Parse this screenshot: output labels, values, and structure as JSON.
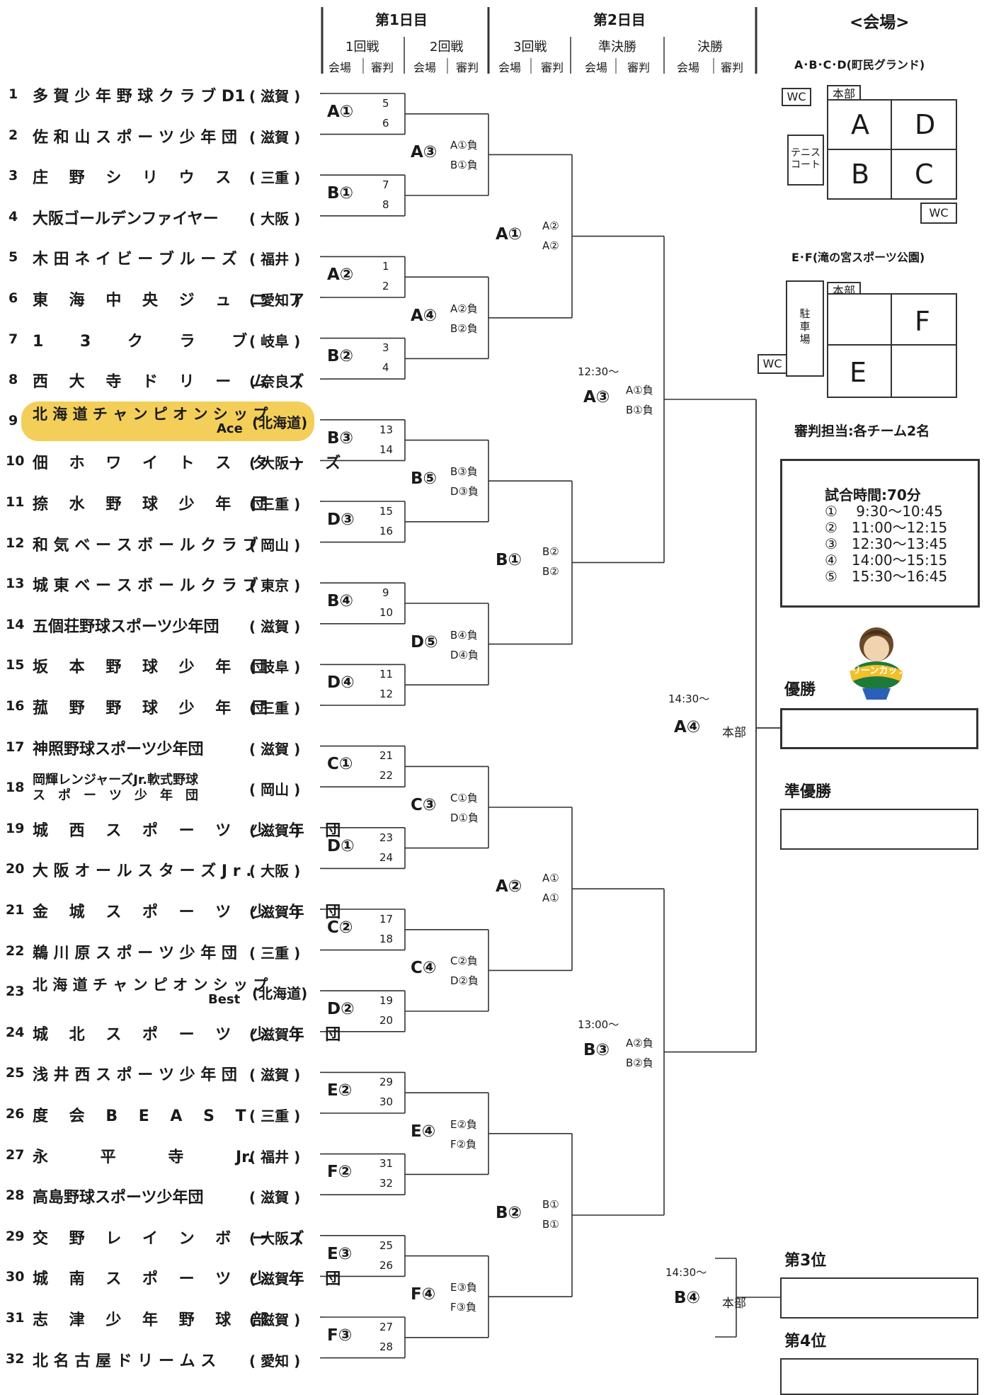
{
  "header": {
    "day1": "第1日目",
    "day2": "第2日目",
    "rounds": [
      "1回戦",
      "2回戦",
      "3回戦",
      "準決勝",
      "決勝"
    ],
    "sub": [
      "会場",
      "審判"
    ]
  },
  "teams": [
    {
      "no": "1",
      "name": "多 賀 少 年 野 球 ク ラ ブ D1",
      "pref": "( 滋賀 )"
    },
    {
      "no": "2",
      "name": "佐 和 山 ス ポ ー ツ 少 年 団",
      "pref": "( 滋賀 )"
    },
    {
      "no": "3",
      "name": "庄　 野　 シ　 リ　 ウ　 ス",
      "pref": "( 三重 )"
    },
    {
      "no": "4",
      "name": "大阪ゴールデンファイヤー",
      "pref": "( 大阪 )"
    },
    {
      "no": "5",
      "name": "木 田 ネ イ ビ ー ブ ル ー ズ",
      "pref": "( 福井 )"
    },
    {
      "no": "6",
      "name": "東　 海　 中　 央　 ジ　 ュ　 ニ　 ア",
      "pref": "( 愛知 )"
    },
    {
      "no": "7",
      "name": "1　　 3　　 ク　　 ラ　　 ブ",
      "pref": "( 岐阜 )"
    },
    {
      "no": "8",
      "name": "西　 大　 寺　 ド　 リ　 ー　 ム　 ズ",
      "pref": "( 奈良 )"
    },
    {
      "no": "9",
      "name": "北 海 道 チ ャ ン ピ オ ン シ ッ プ",
      "sub": "Ace",
      "pref": "(北海道)",
      "highlight": true
    },
    {
      "no": "10",
      "name": "佃　 ホ　 ワ　 イ　 ト　 ス　 タ　 ー　 ズ",
      "pref": "( 大阪 )"
    },
    {
      "no": "11",
      "name": "捺　 水　 野　 球　 少　 年　 団",
      "pref": "( 三重 )"
    },
    {
      "no": "12",
      "name": "和 気 ベ ー ス ボ ー ル ク ラ ブ",
      "pref": "( 岡山 )"
    },
    {
      "no": "13",
      "name": "城 東 ベ ー ス ボ ー ル ク ラ ブ",
      "pref": "( 東京 )"
    },
    {
      "no": "14",
      "name": "五個荘野球スポーツ少年団",
      "pref": "( 滋賀 )"
    },
    {
      "no": "15",
      "name": "坂　 本　 野　 球　 少　 年　 団",
      "pref": "( 岐阜 )"
    },
    {
      "no": "16",
      "name": "菰　 野　 野　 球　 少　 年　 団",
      "pref": "( 三重 )"
    },
    {
      "no": "17",
      "name": "神照野球スポーツ少年団",
      "pref": "( 滋賀 )"
    },
    {
      "no": "18",
      "name": "岡輝レンジャーズJr.軟式野球",
      "sub": "ス　ポ　ー　ツ　少　年　団",
      "pref": "( 岡山 )"
    },
    {
      "no": "19",
      "name": "城　 西　 ス　 ポ　 ー　 ツ　 少　 年　 団",
      "pref": "( 滋賀 )"
    },
    {
      "no": "20",
      "name": "大 阪 オ ー ル ス タ ー ズ J r .",
      "pref": "( 大阪 )"
    },
    {
      "no": "21",
      "name": "金　 城　 ス　 ポ　 ー　 ツ　 少　 年　 団",
      "pref": "( 滋賀 )"
    },
    {
      "no": "22",
      "name": "鵜 川 原 ス ポ ー ツ 少 年 団",
      "pref": "( 三重 )"
    },
    {
      "no": "23",
      "name": "北 海 道 チ ャ ン ピ オ ン シ ッ プ",
      "sub": "Best",
      "pref": "(北海道)"
    },
    {
      "no": "24",
      "name": "城　 北　 ス　 ポ　 ー　 ツ　 少　 年　 団",
      "pref": "( 滋賀 )"
    },
    {
      "no": "25",
      "name": "浅 井 西 ス ポ ー ツ 少 年 団",
      "pref": "( 滋賀 )"
    },
    {
      "no": "26",
      "name": "度　 会　 B　 E　 A　 S　 T",
      "pref": "( 三重 )"
    },
    {
      "no": "27",
      "name": "永　　　 平　　　 寺　　　 Jr.",
      "pref": "( 福井 )"
    },
    {
      "no": "28",
      "name": "高島野球スポーツ少年団",
      "pref": "( 滋賀 )"
    },
    {
      "no": "29",
      "name": "交　 野　 レ　 イ　 ン　 ボ　 ー　 ズ",
      "pref": "( 大阪 )"
    },
    {
      "no": "30",
      "name": "城　 南　 ス　 ポ　 ー　 ツ　 少　 年　 団",
      "pref": "( 滋賀 )"
    },
    {
      "no": "31",
      "name": "志　 津　 少　 年　 野　 球　 部",
      "pref": "( 滋賀 )"
    },
    {
      "no": "32",
      "name": "北 名 古 屋 ド リ ー ム ス",
      "pref": "( 愛知 )"
    }
  ],
  "r1": [
    {
      "code": "A①",
      "refs": [
        "5",
        "6"
      ]
    },
    {
      "code": "B①",
      "refs": [
        "7",
        "8"
      ]
    },
    {
      "code": "A②",
      "refs": [
        "1",
        "2"
      ]
    },
    {
      "code": "B②",
      "refs": [
        "3",
        "4"
      ]
    },
    {
      "code": "B③",
      "refs": [
        "13",
        "14"
      ]
    },
    {
      "code": "D③",
      "refs": [
        "15",
        "16"
      ]
    },
    {
      "code": "B④",
      "refs": [
        "9",
        "10"
      ]
    },
    {
      "code": "D④",
      "refs": [
        "11",
        "12"
      ]
    },
    {
      "code": "C①",
      "refs": [
        "21",
        "22"
      ]
    },
    {
      "code": "D①",
      "refs": [
        "23",
        "24"
      ]
    },
    {
      "code": "C②",
      "refs": [
        "17",
        "18"
      ]
    },
    {
      "code": "D②",
      "refs": [
        "19",
        "20"
      ]
    },
    {
      "code": "E②",
      "refs": [
        "29",
        "30"
      ]
    },
    {
      "code": "F②",
      "refs": [
        "31",
        "32"
      ]
    },
    {
      "code": "E③",
      "refs": [
        "25",
        "26"
      ]
    },
    {
      "code": "F③",
      "refs": [
        "27",
        "28"
      ]
    }
  ],
  "r2": [
    {
      "code": "A③",
      "refs": [
        "A①負",
        "B①負"
      ]
    },
    {
      "code": "A④",
      "refs": [
        "A②負",
        "B②負"
      ]
    },
    {
      "code": "B⑤",
      "refs": [
        "B③負",
        "D③負"
      ]
    },
    {
      "code": "D⑤",
      "refs": [
        "B④負",
        "D④負"
      ]
    },
    {
      "code": "C③",
      "refs": [
        "C①負",
        "D①負"
      ]
    },
    {
      "code": "C④",
      "refs": [
        "C②負",
        "D②負"
      ]
    },
    {
      "code": "E④",
      "refs": [
        "E②負",
        "F②負"
      ]
    },
    {
      "code": "F④",
      "refs": [
        "E③負",
        "F③負"
      ]
    }
  ],
  "r3": [
    {
      "code": "A①",
      "refs": [
        "A②",
        "A②"
      ]
    },
    {
      "code": "B①",
      "refs": [
        "B②",
        "B②"
      ]
    },
    {
      "code": "A②",
      "refs": [
        "A①",
        "A①"
      ]
    },
    {
      "code": "B②",
      "refs": [
        "B①",
        "B①"
      ]
    }
  ],
  "semi": [
    {
      "time": "12:30～",
      "code": "A③",
      "refs": [
        "A①負",
        "B①負"
      ]
    },
    {
      "time": "13:00～",
      "code": "B③",
      "refs": [
        "A②負",
        "B②負"
      ]
    }
  ],
  "final": {
    "time": "14:30～",
    "code": "A④",
    "venue": "本部"
  },
  "third": {
    "time": "14:30～",
    "code": "B④",
    "venue": "本部"
  },
  "results": {
    "winner": "優勝",
    "runner_up": "準優勝",
    "third": "第3位",
    "fourth": "第4位"
  },
  "venue": {
    "title": "<会場>",
    "main_label": "A･B･C･D(町民グランド)",
    "main_fields": [
      "A",
      "D",
      "B",
      "C"
    ],
    "honbu": "本部",
    "wc": "WC",
    "tennis": "テニス\nコート",
    "sub_label": "E･F(滝の宮スポーツ公園)",
    "sub_fields": [
      "F",
      "E"
    ],
    "parking": "駐\n車\n場"
  },
  "referee_note": "審判担当:各チーム2名",
  "schedule": {
    "title": "試合時間:70分",
    "slots": [
      "①　 9:30～10:45",
      "②　11:00～12:15",
      "③　12:30～13:45",
      "④　14:00～15:15",
      "⑤　15:30～16:45"
    ]
  },
  "logo_text": "グリーンカップ"
}
